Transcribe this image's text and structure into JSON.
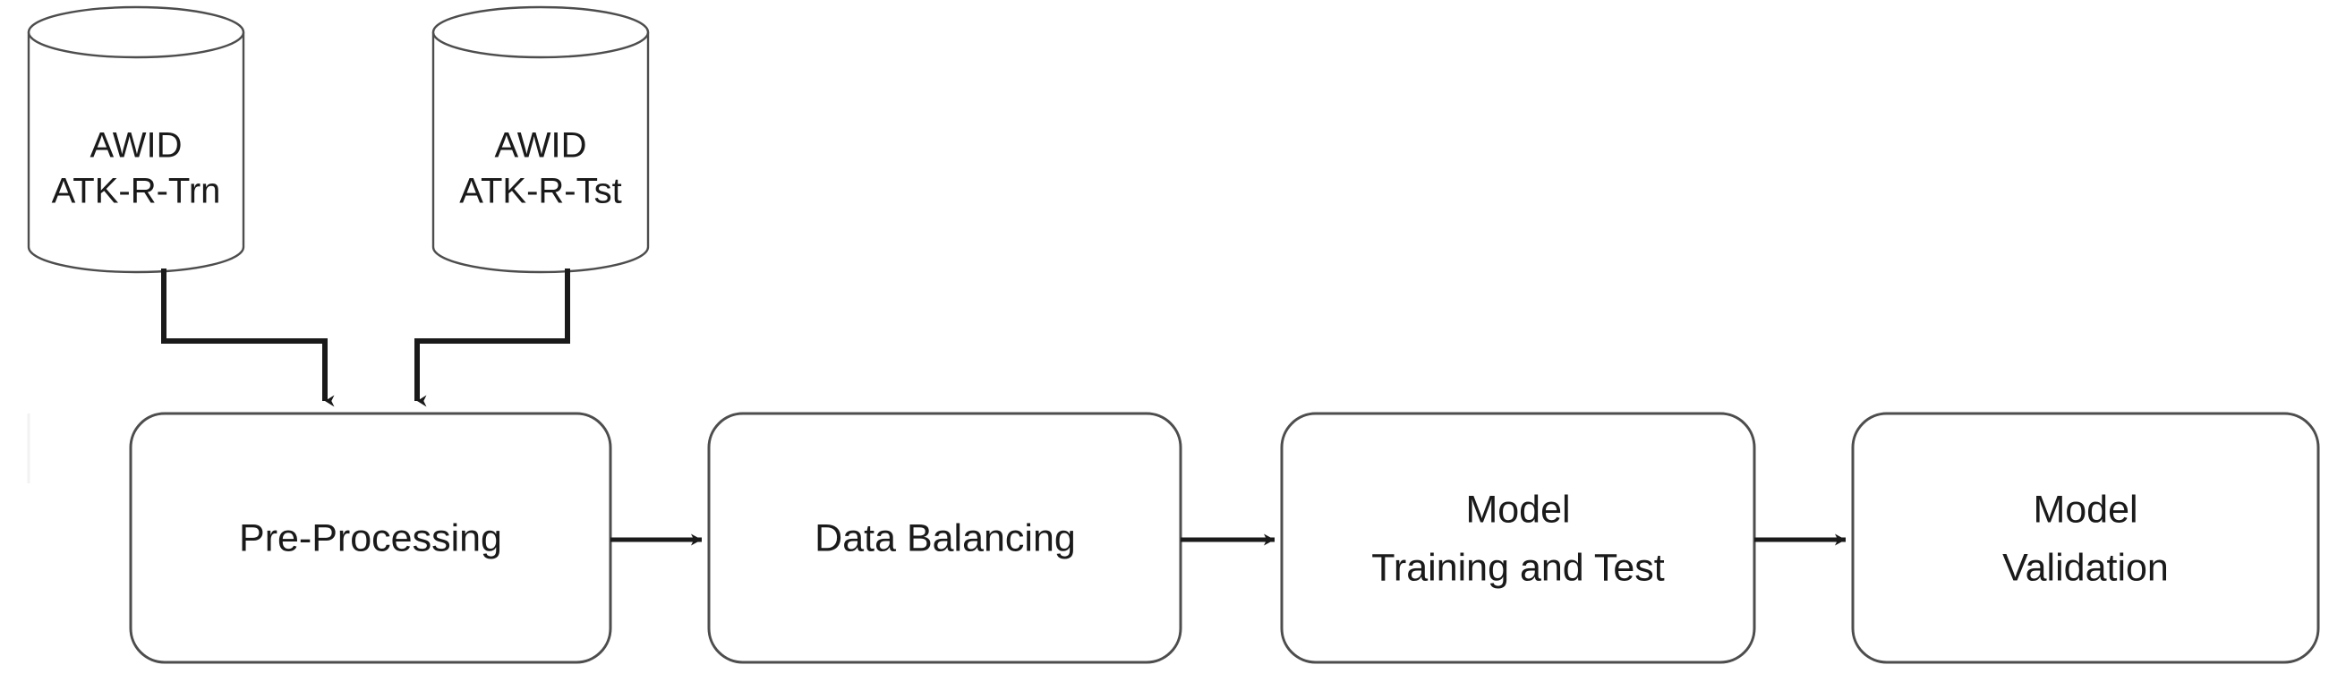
{
  "diagram": {
    "title": "Machine Learning Pipeline Flowchart",
    "type": "flowchart",
    "orientation": "left-to-right",
    "colors": {
      "node_stroke": "#4d4d4d",
      "node_fill": "#ffffff",
      "connector": "#1a1a1a",
      "text": "#1a1a1a",
      "background": "#ffffff"
    },
    "datastores": [
      {
        "id": "awid-atk-r-trn",
        "shape": "cylinder",
        "line1": "AWID",
        "line2": "ATK-R-Trn"
      },
      {
        "id": "awid-atk-r-tst",
        "shape": "cylinder",
        "line1": "AWID",
        "line2": "ATK-R-Tst"
      }
    ],
    "stages": [
      {
        "id": "pre-processing",
        "shape": "rounded-rect",
        "line1": "Pre-Processing",
        "line2": ""
      },
      {
        "id": "data-balancing",
        "shape": "rounded-rect",
        "line1": "Data Balancing",
        "line2": ""
      },
      {
        "id": "model-training-and-test",
        "shape": "rounded-rect",
        "line1": "Model",
        "line2": "Training and Test"
      },
      {
        "id": "model-validation",
        "shape": "rounded-rect",
        "line1": "Model",
        "line2": "Validation"
      }
    ],
    "connectors": [
      {
        "id": "trn-to-preprocessing",
        "from": "awid-atk-r-trn",
        "to": "pre-processing",
        "style": "elbow-arrow"
      },
      {
        "id": "tst-to-preprocessing",
        "from": "awid-atk-r-tst",
        "to": "pre-processing",
        "style": "elbow-arrow"
      },
      {
        "id": "preprocessing-to-balancing",
        "from": "pre-processing",
        "to": "data-balancing",
        "style": "straight-arrow"
      },
      {
        "id": "balancing-to-training",
        "from": "data-balancing",
        "to": "model-training-and-test",
        "style": "straight-arrow"
      },
      {
        "id": "training-to-validation",
        "from": "model-training-and-test",
        "to": "model-validation",
        "style": "straight-arrow"
      }
    ]
  }
}
